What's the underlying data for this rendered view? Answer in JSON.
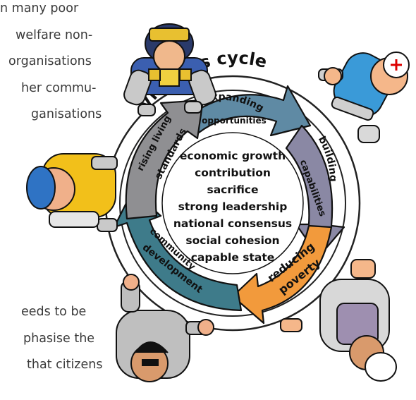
{
  "text_top": [
    "n many poor",
    "welfare non-",
    "organisations",
    "her commu-",
    "ganisations"
  ],
  "text_bottom": [
    "eeds to be",
    "phasise the",
    "that citizens"
  ],
  "diagram": {
    "title": "Virtuous cycle",
    "center_items": [
      "economic growth",
      "contribution",
      "sacrifice",
      "strong leadership",
      "national consensus",
      "social cohesion",
      "capable state"
    ],
    "arrows": [
      {
        "label": [
          "expanding",
          "opportunities"
        ],
        "color": "#5f8aa4"
      },
      {
        "label": [
          "building",
          "capabilities"
        ],
        "color": "#8a88a4"
      },
      {
        "label": [
          "reducing",
          "poverty"
        ],
        "color": "#f29a3c"
      },
      {
        "label": [
          "community",
          "development"
        ],
        "color": "#3e7b8a"
      },
      {
        "label": [
          "rising living",
          "standards"
        ],
        "color": "#8f8f92"
      }
    ]
  },
  "figures": [
    "police-officer",
    "nurse",
    "chef",
    "businessman",
    "construction-worker"
  ],
  "colors": {
    "ring": "#222222",
    "outline": "#111111"
  }
}
